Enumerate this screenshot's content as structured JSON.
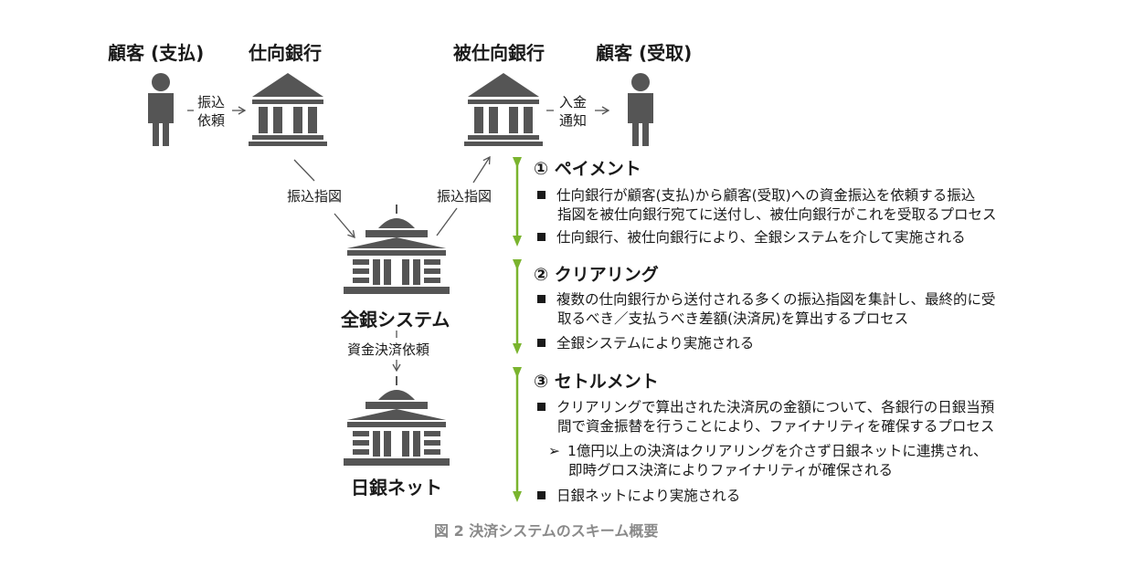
{
  "headers": {
    "customer_pay": "顧客 (支払)",
    "sending_bank": "仕向銀行",
    "receiving_bank": "被仕向銀行",
    "customer_receive": "顧客 (受取)"
  },
  "labels": {
    "transfer_request": [
      "振込",
      "依頼"
    ],
    "deposit_notice": [
      "入金",
      "通知"
    ],
    "transfer_instruction_left": "振込指図",
    "transfer_instruction_right": "振込指図",
    "zengin_system": "全銀システム",
    "fund_settlement_request": "資金決済依頼",
    "boj_net": "日銀ネット"
  },
  "sections": [
    {
      "title": "① ペイメント",
      "bullets": [
        [
          "仕向銀行が顧客(支払)から顧客(受取)への資金振込を依頼する振込",
          "指図を被仕向銀行宛てに送付し、被仕向銀行がこれを受取るプロセス"
        ],
        [
          "仕向銀行、被仕向銀行により、全銀システムを介して実施される"
        ]
      ]
    },
    {
      "title": "② クリアリング",
      "bullets": [
        [
          "複数の仕向銀行から送付される多くの振込指図を集計し、最終的に受",
          "取るべき／支払うべき差額(決済尻)を算出するプロセス"
        ],
        [
          "全銀システムにより実施される"
        ]
      ]
    },
    {
      "title": "③ セトルメント",
      "bullets": [
        [
          "クリアリングで算出された決済尻の金額について、各銀行の日銀当預",
          "間で資金振替を行うことにより、ファイナリティを確保するプロセス"
        ]
      ],
      "sub_bullet": {
        "marker": "➢",
        "lines": [
          "1億円以上の決済はクリアリングを介さず日銀ネットに連携され、",
          "即時グロス決済によりファイナリティが確保される"
        ]
      },
      "last_bullet": [
        "日銀ネットにより実施される"
      ]
    }
  ],
  "caption": "図 2  決済システムのスキーム概要",
  "colors": {
    "icon": "#555555",
    "arrow_green": "#7ab42e",
    "caption": "#8a8a8a"
  }
}
